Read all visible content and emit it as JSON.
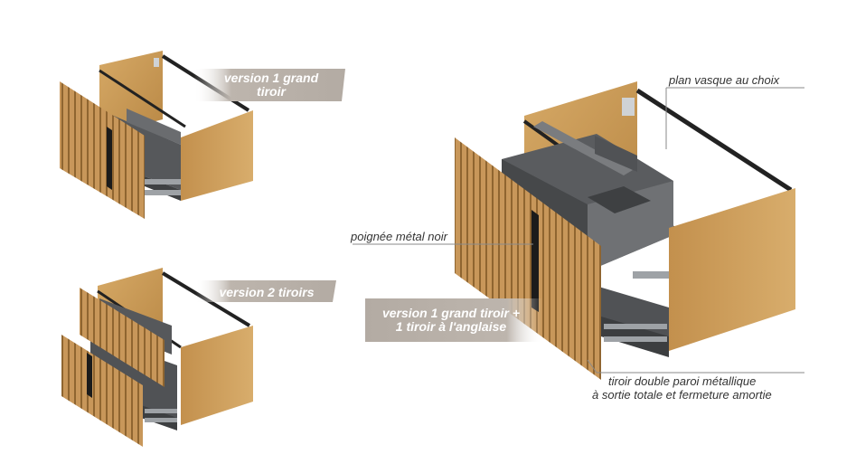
{
  "labels": {
    "banner_top_left": [
      "version 1 grand",
      "tiroir"
    ],
    "banner_mid_left": [
      "version 2 tiroirs"
    ],
    "banner_main": [
      "version 1 grand tiroir +",
      "1 tiroir à l'anglaise"
    ],
    "plan_vasque": "plan vasque au choix",
    "poignee": "poignée métal noir",
    "tiroir_desc": [
      "tiroir double paroi métallique",
      "à sortie totale et fermeture amortie"
    ]
  },
  "colors": {
    "oak": "#c99a5a",
    "oak_dark": "#a8783c",
    "oak_light": "#ddb67a",
    "anthracite": "#4e5052",
    "anthracite_light": "#6b6d70",
    "metal": "#9ea2a6",
    "black": "#1e1e1e",
    "banner": "#b6aea6",
    "line": "#8a8a8a"
  }
}
